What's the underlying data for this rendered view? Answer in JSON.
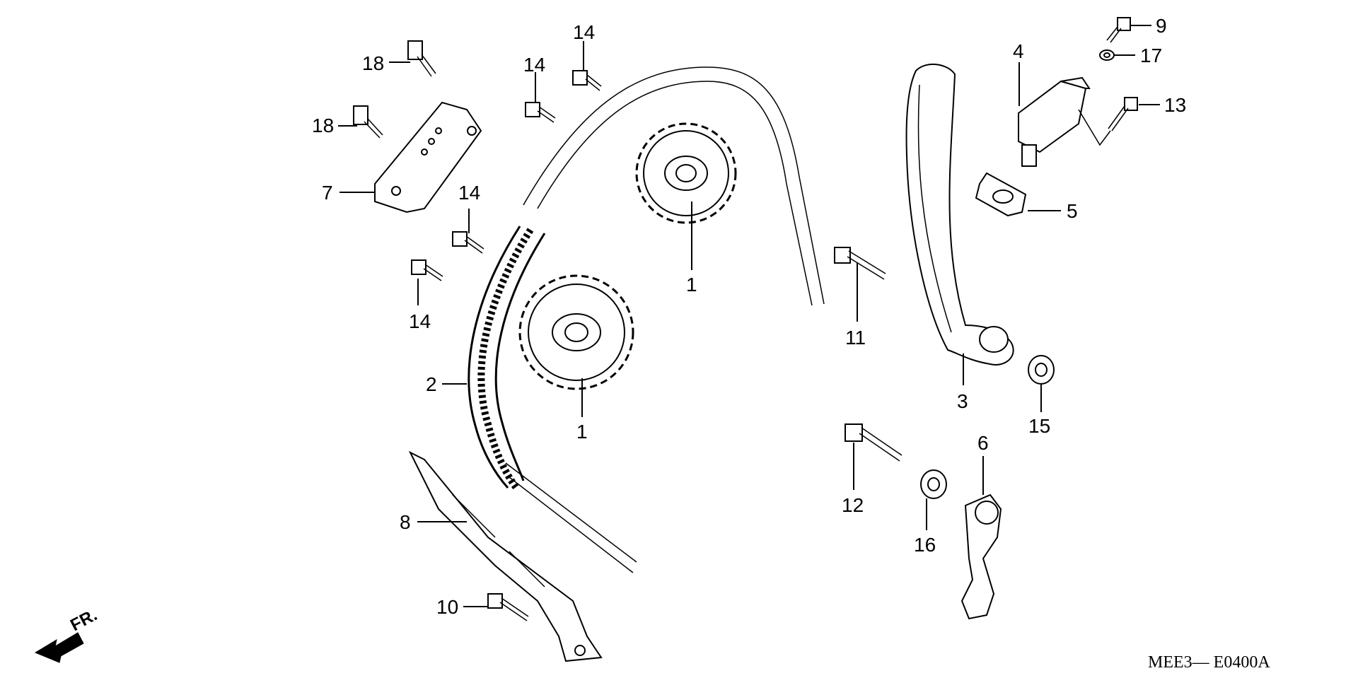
{
  "callouts": {
    "c1a": "1",
    "c1b": "1",
    "c2": "2",
    "c3": "3",
    "c4": "4",
    "c5": "5",
    "c6": "6",
    "c7": "7",
    "c8": "8",
    "c9": "9",
    "c10": "10",
    "c11": "11",
    "c12": "12",
    "c13": "13",
    "c14a": "14",
    "c14b": "14",
    "c14c": "14",
    "c14d": "14",
    "c15": "15",
    "c16": "16",
    "c17": "17",
    "c18a": "18",
    "c18b": "18"
  },
  "front_indicator": "FR.",
  "diagram_code": "MEE3— E0400A",
  "icons": {
    "front_arrow": "arrow-left-down-icon"
  }
}
